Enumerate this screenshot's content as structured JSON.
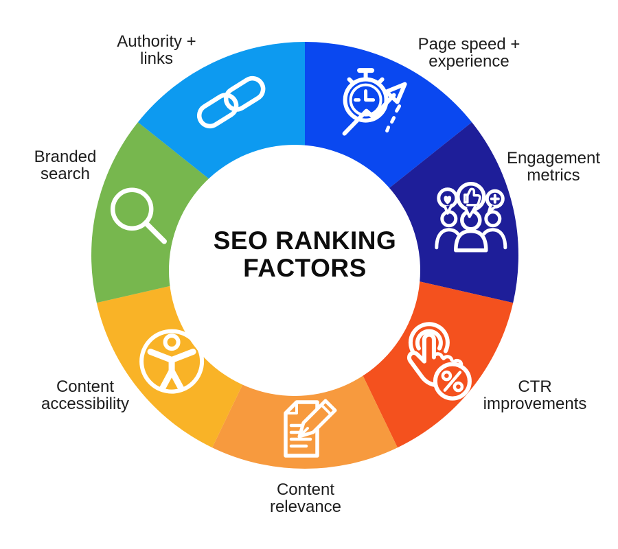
{
  "title": {
    "line1": "SEO RANKING",
    "line2": "FACTORS"
  },
  "segments": [
    {
      "id": "page-speed-experience",
      "label_lines": [
        "Page speed +",
        "experience"
      ],
      "color": "#0A48F0",
      "icon": "stopwatch-growth-icon"
    },
    {
      "id": "engagement-metrics",
      "label_lines": [
        "Engagement",
        "metrics"
      ],
      "color": "#1E1E99",
      "icon": "engagement-people-icon"
    },
    {
      "id": "ctr-improvements",
      "label_lines": [
        "CTR",
        "improvements"
      ],
      "color": "#F4511E",
      "icon": "click-percent-icon"
    },
    {
      "id": "content-relevance",
      "label_lines": [
        "Content",
        "relevance"
      ],
      "color": "#F79A3E",
      "icon": "document-pencil-icon"
    },
    {
      "id": "content-accessibility",
      "label_lines": [
        "Content",
        "accessibility"
      ],
      "color": "#F9B327",
      "icon": "accessibility-icon"
    },
    {
      "id": "branded-search",
      "label_lines": [
        "Branded",
        "search"
      ],
      "color": "#77B74E",
      "icon": "search-icon"
    },
    {
      "id": "authority-links",
      "label_lines": [
        "Authority +",
        "links"
      ],
      "color": "#0D9AF0",
      "icon": "chain-link-icon"
    }
  ],
  "style": {
    "background": "#FFFFFF",
    "hole_color": "#FFFFFF",
    "icon_stroke": "#FFFFFF",
    "label_color": "#1D1D1D",
    "title_color": "#0D0D0D"
  }
}
